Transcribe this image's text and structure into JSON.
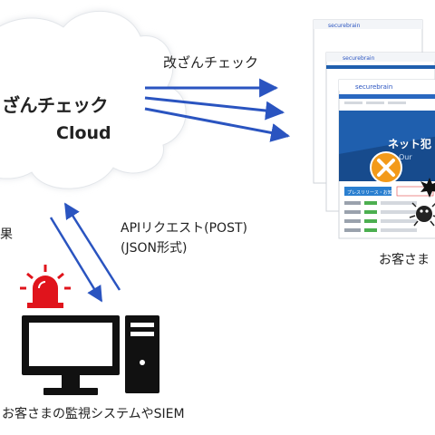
{
  "cloud": {
    "title": "ざんチェック",
    "subtitle": "Cloud"
  },
  "labels": {
    "check": "改ざんチェック",
    "api_request": "APIリクエスト(POST)",
    "api_format": "(JSON形式)",
    "result": "果",
    "customer_site": "お客さま",
    "monitoring": "お客さまの監視システムやSIEM"
  },
  "website": {
    "logo": "securebrain",
    "banner": "ネット犯",
    "banner_sub": "Our",
    "press_button": "プレスリリース・お知らせ"
  },
  "colors": {
    "arrow": "#2a54c0",
    "cloud_fill": "#ffffff",
    "cloud_stroke": "#c8ccd2",
    "alarm": "#e0141c",
    "computer": "#111111",
    "banner": "#1f5fae",
    "error_mark": "#f39a1a"
  }
}
